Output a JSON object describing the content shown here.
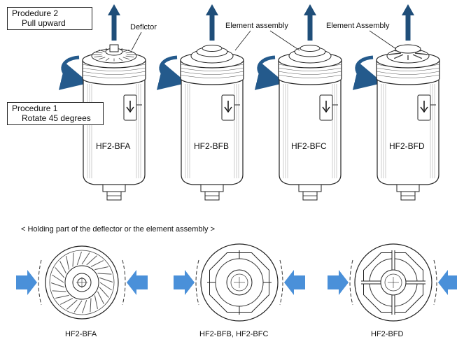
{
  "procedure2": {
    "line1": "Prodedure 2",
    "line2": "Pull upward"
  },
  "procedure1": {
    "line1": "Procedure 1",
    "line2": "Rotate 45 degrees"
  },
  "callouts": {
    "deflector": "Deflctor",
    "element_assembly": "Element assembly",
    "element_assembly_cap": "Element Assembly"
  },
  "models": [
    "HF2-BFA",
    "HF2-BFB",
    "HF2-BFC",
    "HF2-BFD"
  ],
  "section_title": "< Holding part of the deflector or the element assembly >",
  "bottom_captions": [
    "HF2-BFA",
    "HF2-BFB, HF2-BFC",
    "HF2-BFD"
  ],
  "colors": {
    "arrow_navy": "#1f4e79",
    "rotate_arrow": "#245a8c",
    "press_arrow": "#4a90d9",
    "line": "#222222"
  }
}
